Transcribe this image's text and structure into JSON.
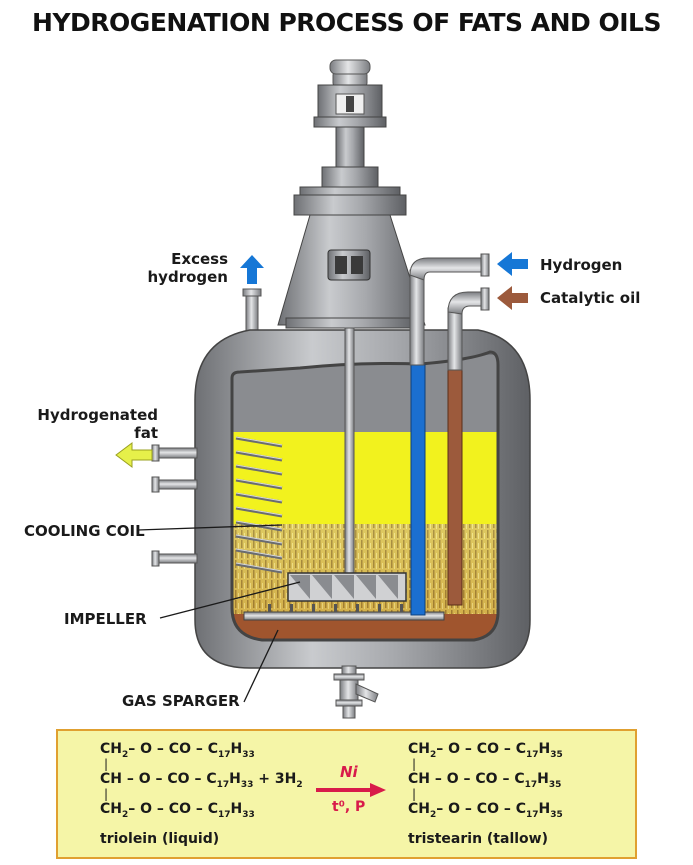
{
  "title": "HYDROGENATION PROCESS OF FATS AND OILS",
  "labels": {
    "excess_hydrogen_1": "Excess",
    "excess_hydrogen_2": "hydrogen",
    "hydrogen": "Hydrogen",
    "catalytic_oil": "Catalytic oil",
    "hydrogenated_fat_1": "Hydrogenated",
    "hydrogenated_fat_2": "fat",
    "cooling_coil": "COOLING COIL",
    "impeller": "IMPELLER",
    "gas_sparger": "GAS SPARGER"
  },
  "colors": {
    "hydrogen_arrow": "#1677d6",
    "catalytic_oil_arrow": "#9c5a3c",
    "fat_arrow": "#e6f04a",
    "fat_layer": "#f2f21e",
    "oil_layer": "#a0552e",
    "vessel_steel": "#9ea0a4"
  },
  "equation": {
    "reactant": {
      "row1": {
        "a": "CH",
        "a_sub": "2",
        "b": "– O – CO – C",
        "b_sub": "17",
        "c": "H",
        "c_sub": "33"
      },
      "row2": {
        "a": "CH – O – CO – C",
        "a_sub": "17",
        "b": "H",
        "b_sub": "33",
        "c": " + 3H",
        "c_sub": "2"
      },
      "row3": {
        "a": "CH",
        "a_sub": "2",
        "b": "– O – CO – C",
        "b_sub": "17",
        "c": "H",
        "c_sub": "33"
      },
      "caption": "triolein (liquid)"
    },
    "catalyst": "Ni",
    "conditions": "t⁰, P",
    "product": {
      "row1": {
        "a": "CH",
        "a_sub": "2",
        "b": "– O – CO – C",
        "b_sub": "17",
        "c": "H",
        "c_sub": "35"
      },
      "row2": {
        "a": "CH – O – CO – C",
        "a_sub": "17",
        "b": "H",
        "b_sub": "35"
      },
      "row3": {
        "a": "CH",
        "a_sub": "2",
        "b": "– O – CO – C",
        "b_sub": "17",
        "c": "H",
        "c_sub": "35"
      },
      "caption": "tristearin (tallow)"
    },
    "bond": "|"
  }
}
